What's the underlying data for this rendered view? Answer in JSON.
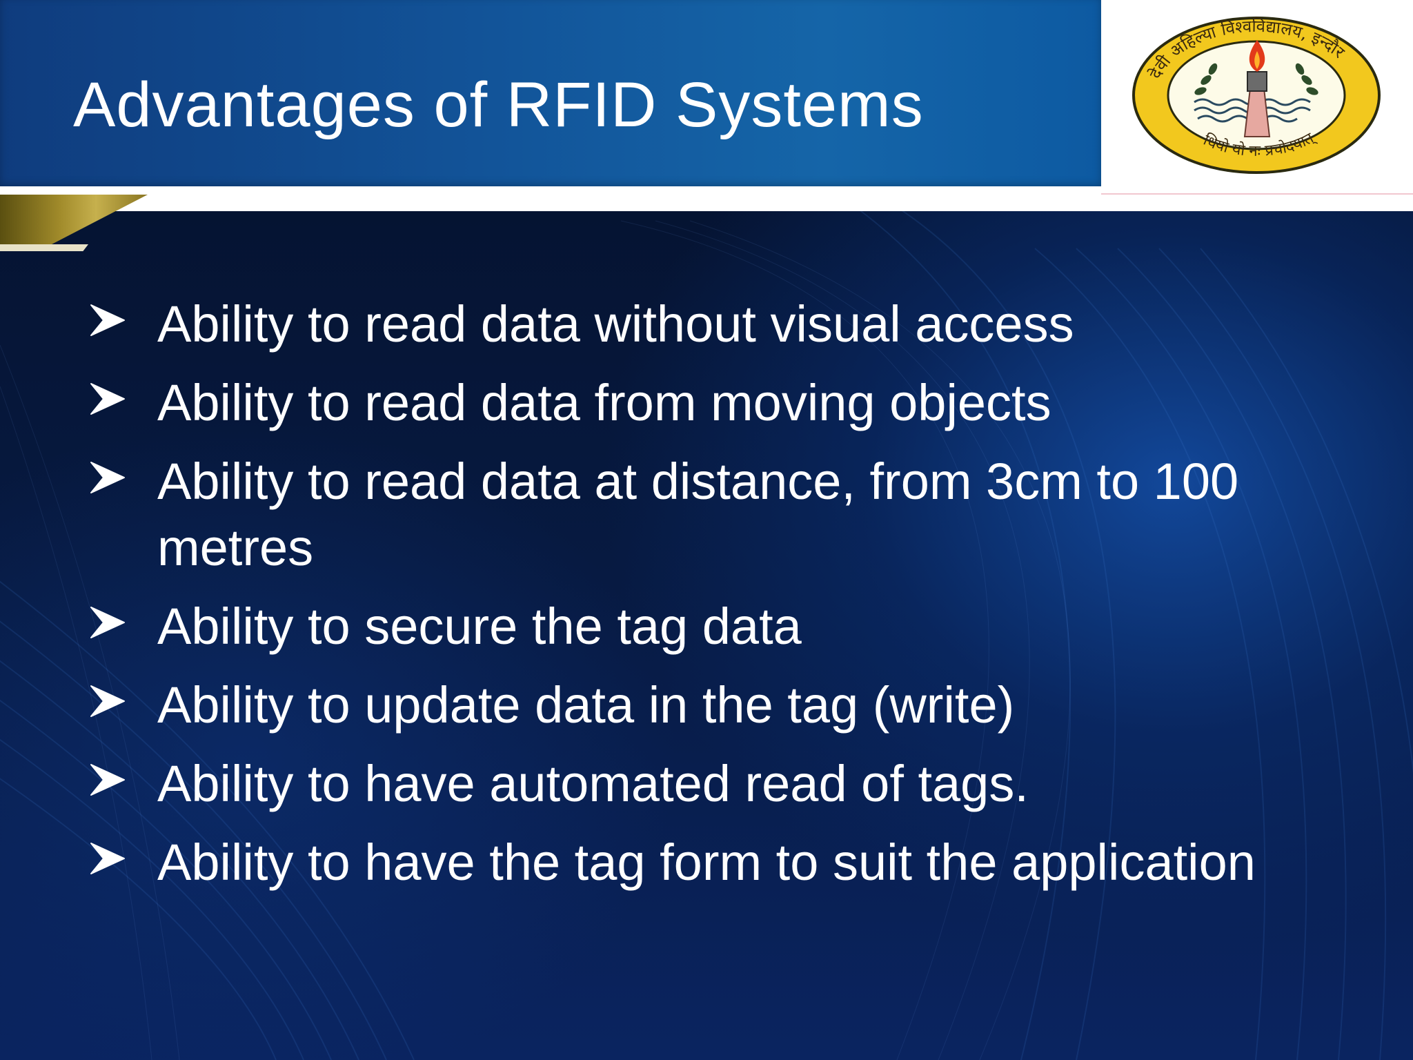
{
  "slide": {
    "title": "Advantages of RFID Systems",
    "bullets": [
      "Ability to read data without visual access",
      "Ability to read data from moving objects",
      "Ability to read data at distance, from 3cm to 100 metres",
      "Ability to secure the tag data",
      "Ability to update data in the tag (write)",
      "Ability to have automated read of tags.",
      "Ability to have the tag form to suit the application"
    ],
    "bullet_icon": "arrowhead-bullet-icon"
  },
  "logo": {
    "icon": "university-emblem-torch-icon",
    "top_arc_text": "देवी अहिल्या विश्वविद्यालय, इन्दौर",
    "bottom_arc_text": "धियो यो नः प्रचोदयात्"
  },
  "colors": {
    "header_blue": "#125499",
    "background_navy": "#06122e",
    "text": "#ffffff",
    "accent_gold": "#c6b04d",
    "logo_yellow": "#f2c81e"
  }
}
